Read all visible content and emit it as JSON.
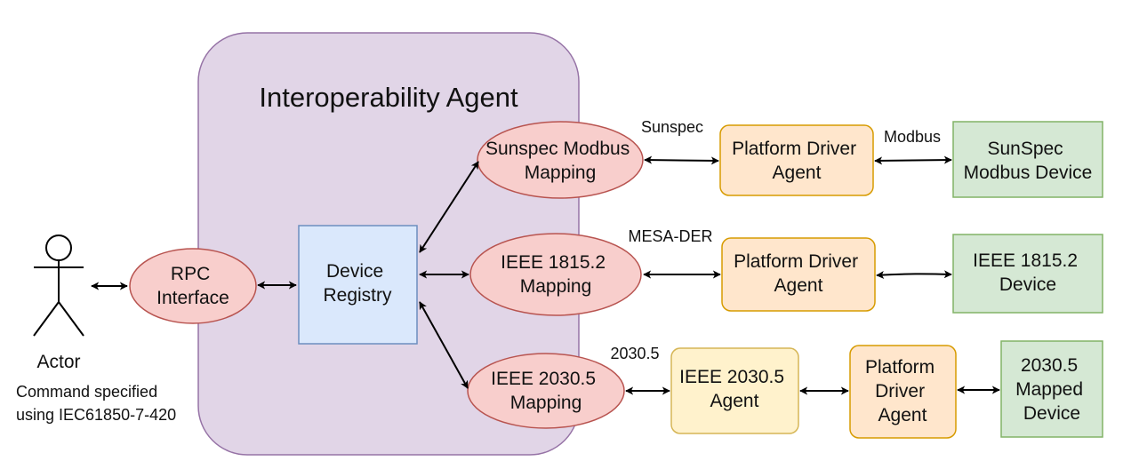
{
  "container": {
    "title": "Interoperability Agent",
    "fill": "#e1d5e7",
    "stroke": "#9673a6"
  },
  "actor": {
    "label": "Actor",
    "note_lines": [
      "Command specified",
      "using IEC61850-7-420"
    ]
  },
  "nodes": {
    "rpc": {
      "lines": [
        "RPC",
        "Interface"
      ]
    },
    "registry": {
      "lines": [
        "Device",
        "Registry"
      ]
    },
    "sunspec_mapping": {
      "lines": [
        "Sunspec Modbus",
        "Mapping"
      ]
    },
    "ieee1815_mapping": {
      "lines": [
        "IEEE 1815.2",
        "Mapping"
      ]
    },
    "ieee2030_mapping": {
      "lines": [
        "IEEE 2030.5",
        "Mapping"
      ]
    },
    "driver1": {
      "lines": [
        "Platform Driver",
        "Agent"
      ]
    },
    "driver2": {
      "lines": [
        "Platform Driver",
        "Agent"
      ]
    },
    "agent2030": {
      "lines": [
        "IEEE 2030.5",
        "Agent"
      ]
    },
    "driver3": {
      "lines": [
        "Platform",
        "Driver",
        "Agent"
      ]
    },
    "device1": {
      "lines": [
        "SunSpec",
        "Modbus Device"
      ]
    },
    "device2": {
      "lines": [
        "IEEE 1815.2",
        "Device"
      ]
    },
    "device3": {
      "lines": [
        "2030.5",
        "Mapped",
        "Device"
      ]
    }
  },
  "edge_labels": {
    "sunspec": "Sunspec",
    "modbus": "Modbus",
    "mesa": "MESA-DER",
    "ieee2030": "2030.5"
  },
  "colors": {
    "ellipse_fill": "#f8cecc",
    "ellipse_stroke": "#b85450",
    "registry_fill": "#dae8fc",
    "registry_stroke": "#6c8ebf",
    "driver_fill": "#ffe6cc",
    "driver_stroke": "#d79b00",
    "agent_fill": "#fff2cc",
    "agent_stroke": "#d6b656",
    "device_fill": "#d5e8d4",
    "device_stroke": "#82b366",
    "edge": "#000000"
  }
}
